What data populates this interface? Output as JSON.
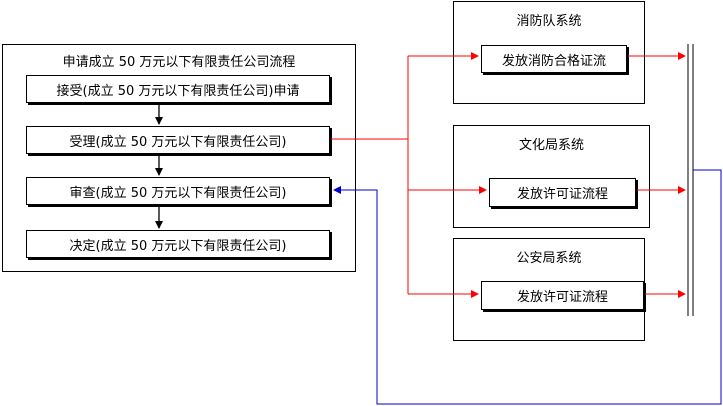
{
  "main_process": {
    "title": "申请成立 50 万元以下有限责任公司流程",
    "steps": [
      "接受(成立 50 万元以下有限责任公司)申请",
      "受理(成立 50 万元以下有限责任公司)",
      "审查(成立 50 万元以下有限责任公司)",
      "决定(成立 50 万元以下有限责任公司)"
    ]
  },
  "systems": [
    {
      "title": "消防队系统",
      "process": "发放消防合格证流"
    },
    {
      "title": "文化局系统",
      "process": "发放许可证流程"
    },
    {
      "title": "公安局系统",
      "process": "发放许可证流程"
    }
  ],
  "colors": {
    "outgoing_connector": "#ff0000",
    "return_connector": "#0000cc",
    "flow_arrow": "#000000",
    "collector_bar": "#000000"
  }
}
